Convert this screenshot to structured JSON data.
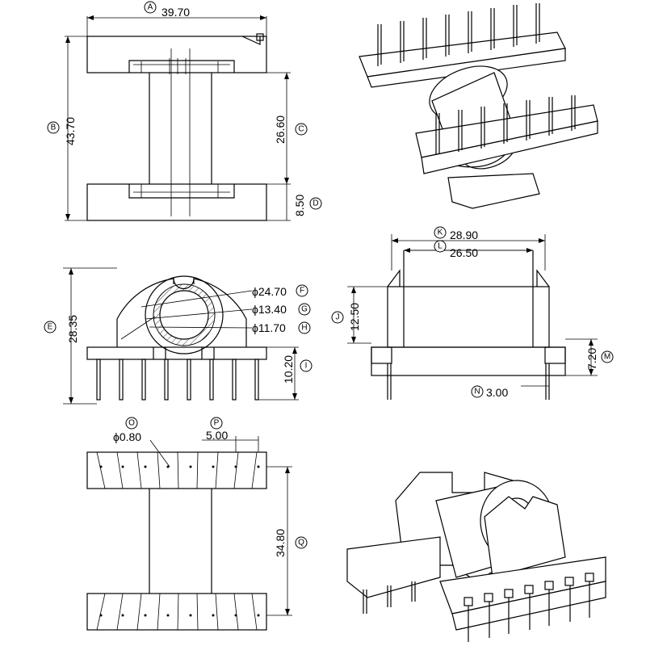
{
  "dimensions": [
    {
      "id": "A",
      "value": "39.70"
    },
    {
      "id": "B",
      "value": "43.70"
    },
    {
      "id": "C",
      "value": "26.60"
    },
    {
      "id": "D",
      "value": "8.50"
    },
    {
      "id": "E",
      "value": "28.35"
    },
    {
      "id": "F",
      "value": "24.70",
      "prefix": "ϕ"
    },
    {
      "id": "G",
      "value": "13.40",
      "prefix": "ϕ"
    },
    {
      "id": "H",
      "value": "11.70",
      "prefix": "ϕ"
    },
    {
      "id": "I",
      "value": "10.20"
    },
    {
      "id": "J",
      "value": "12.50"
    },
    {
      "id": "K",
      "value": "28.90"
    },
    {
      "id": "L",
      "value": "26.50"
    },
    {
      "id": "M",
      "value": "7.20"
    },
    {
      "id": "N",
      "value": "3.00"
    },
    {
      "id": "O",
      "value": "0.80",
      "prefix": "ϕ"
    },
    {
      "id": "P",
      "value": "5.00"
    },
    {
      "id": "Q",
      "value": "34.80"
    }
  ],
  "text": {
    "A": "39.70",
    "B": "43.70",
    "C": "26.60",
    "D": "8.50",
    "E": "28.35",
    "F": "ϕ24.70",
    "G": "ϕ13.40",
    "H": "ϕ11.70",
    "I": "10.20",
    "J": "12.50",
    "K": "28.90",
    "L": "26.50",
    "M": "7.20",
    "N": "3.00",
    "O": "ϕ0.80",
    "P": "5.00",
    "Q": "34.80"
  },
  "letters": {
    "A": "A",
    "B": "B",
    "C": "C",
    "D": "D",
    "E": "E",
    "F": "F",
    "G": "G",
    "H": "H",
    "I": "I",
    "J": "J",
    "K": "K",
    "L": "L",
    "M": "M",
    "N": "N",
    "O": "O",
    "P": "P",
    "Q": "Q"
  }
}
